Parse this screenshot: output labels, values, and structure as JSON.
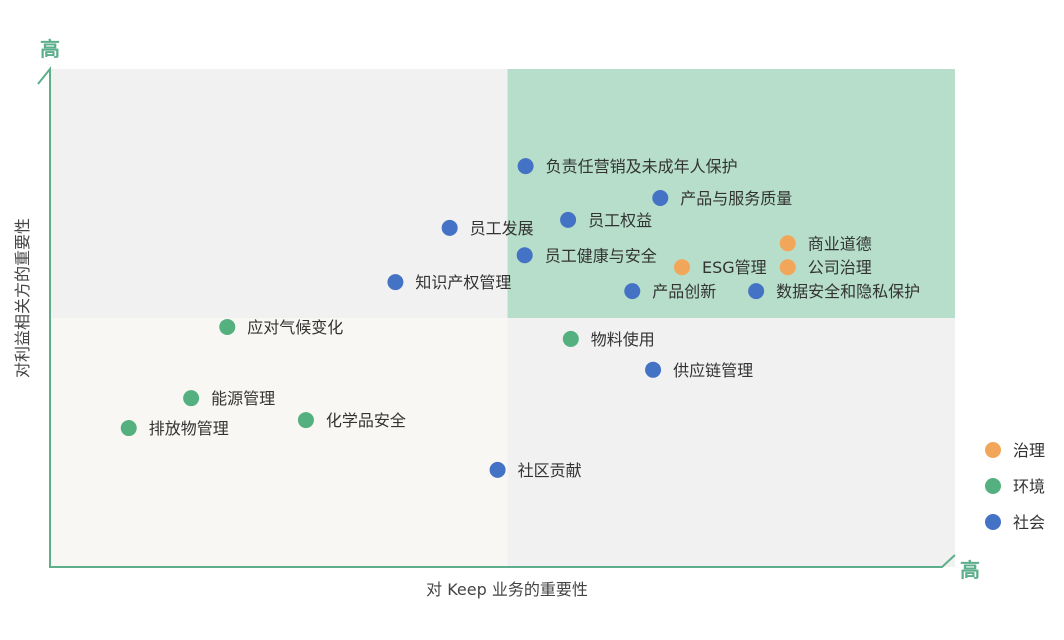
{
  "colors": {
    "governance": "#F2A65A",
    "environment": "#55B07F",
    "social": "#4472C4",
    "axis": "#5DAE8B",
    "quad_top_right": "#B6DECA",
    "quad_top_left": "#F1F1F2",
    "quad_bottom_left": "#F8F7F3",
    "quad_bottom_right": "#F1F1F2"
  },
  "chart_data": {
    "type": "scatter",
    "xlabel": "对 Keep 业务的重要性",
    "ylabel": "对利益相关方的重要性",
    "x_high_label": "高",
    "y_high_label": "高",
    "xlim": [
      0,
      100
    ],
    "ylim": [
      0,
      100
    ],
    "quadrant_split": {
      "x": 50.5,
      "y": 50
    },
    "grid": false,
    "legend_position": "right",
    "series": [
      {
        "name": "治理",
        "color_key": "governance",
        "points": [
          {
            "label": "商业道德",
            "x": 81.5,
            "y": 65
          },
          {
            "label": "ESG管理",
            "x": 69.8,
            "y": 60.2
          },
          {
            "label": "公司治理",
            "x": 81.5,
            "y": 60.2
          }
        ]
      },
      {
        "name": "环境",
        "color_key": "environment",
        "points": [
          {
            "label": "应对气候变化",
            "x": 19.5,
            "y": 48.2
          },
          {
            "label": "物料使用",
            "x": 57.5,
            "y": 45.8
          },
          {
            "label": "能源管理",
            "x": 15.5,
            "y": 33.9
          },
          {
            "label": "化学品安全",
            "x": 28.2,
            "y": 29.5
          },
          {
            "label": "排放物管理",
            "x": 8.6,
            "y": 27.9
          }
        ]
      },
      {
        "name": "社会",
        "color_key": "social",
        "points": [
          {
            "label": "负责任营销及未成年人保护",
            "x": 52.5,
            "y": 80.5
          },
          {
            "label": "产品与服务质量",
            "x": 67.4,
            "y": 74.1
          },
          {
            "label": "员工权益",
            "x": 57.2,
            "y": 69.7
          },
          {
            "label": "员工发展",
            "x": 44.1,
            "y": 68.1
          },
          {
            "label": "员工健康与安全",
            "x": 52.4,
            "y": 62.6
          },
          {
            "label": "知识产权管理",
            "x": 38.1,
            "y": 57.2
          },
          {
            "label": "产品创新",
            "x": 64.3,
            "y": 55.4
          },
          {
            "label": "数据安全和隐私保护",
            "x": 78.0,
            "y": 55.4
          },
          {
            "label": "供应链管理",
            "x": 66.6,
            "y": 39.6
          },
          {
            "label": "社区贡献",
            "x": 49.4,
            "y": 19.5
          }
        ]
      }
    ]
  }
}
